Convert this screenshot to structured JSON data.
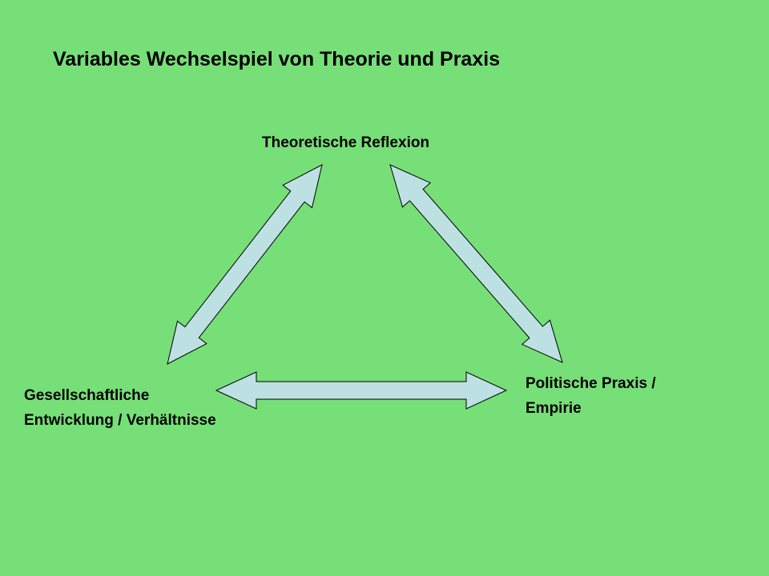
{
  "colors": {
    "background": "#77df77",
    "arrow_fill": "#bde0e3",
    "arrow_stroke": "#000000",
    "text": "#000000"
  },
  "title": "Variables Wechselspiel von Theorie und Praxis",
  "nodes": {
    "top": {
      "lines": [
        "Theoretische Reflexion"
      ]
    },
    "left": {
      "lines": [
        "Gesellschaftliche",
        "Entwicklung / Verhältnisse"
      ]
    },
    "right": {
      "lines": [
        "Politische Praxis /",
        "Empirie"
      ]
    }
  },
  "connections": [
    {
      "from": "left",
      "to": "top",
      "direction": "bidirectional"
    },
    {
      "from": "top",
      "to": "right",
      "direction": "bidirectional"
    },
    {
      "from": "left",
      "to": "right",
      "direction": "bidirectional"
    }
  ]
}
